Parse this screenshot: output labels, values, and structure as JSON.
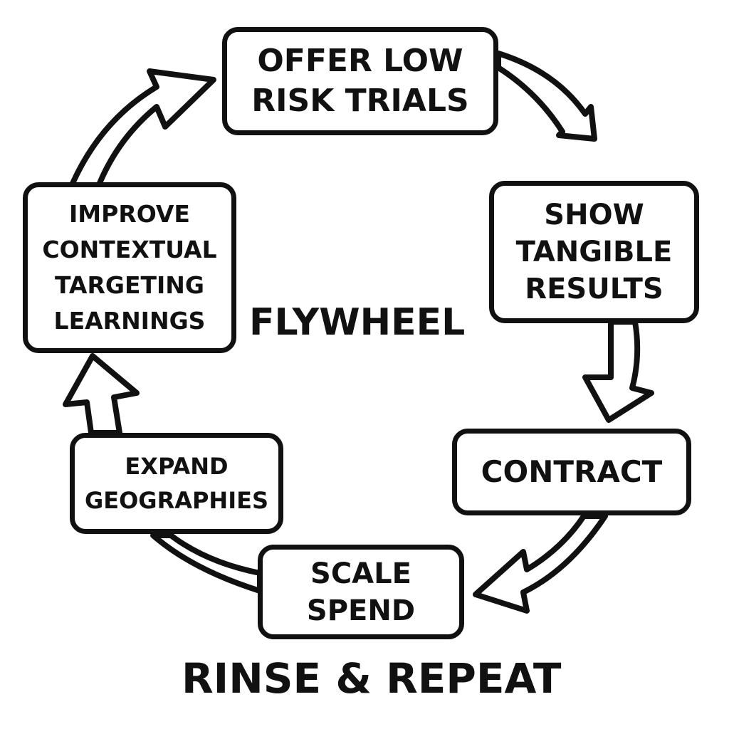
{
  "diagram": {
    "center_label": "FLYWHEEL",
    "footer_label": "RINSE & REPEAT",
    "steps": [
      {
        "id": "offer",
        "label": "OFFER LOW\nRISK TRIALS"
      },
      {
        "id": "show",
        "label": "SHOW\nTANGIBLE\nRESULTS"
      },
      {
        "id": "contract",
        "label": "CONTRACT"
      },
      {
        "id": "scale",
        "label": "SCALE\nSPEND"
      },
      {
        "id": "expand",
        "label": "EXPAND\nGEOGRAPHIES"
      },
      {
        "id": "improve",
        "label": "IMPROVE\nCONTEXTUAL\nTARGETING\nLEARNINGS"
      }
    ],
    "colors": {
      "stroke": "#111111",
      "background": "#ffffff"
    }
  }
}
